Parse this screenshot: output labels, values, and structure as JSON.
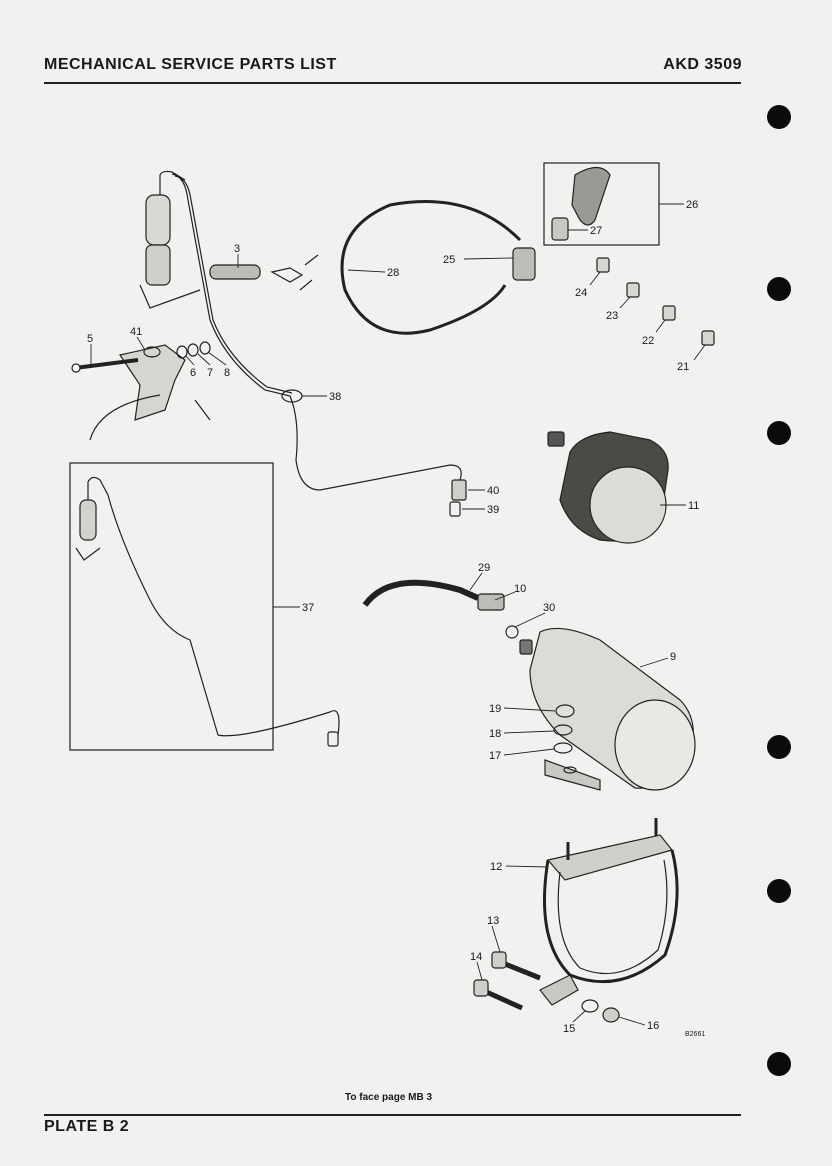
{
  "header": {
    "title": "MECHANICAL SERVICE PARTS LIST",
    "ref": "AKD 3509"
  },
  "footer": {
    "plate": "PLATE B 2",
    "note": "To face page MB 3"
  },
  "diagram": {
    "code": "B2661",
    "callouts": {
      "c3": "3",
      "c5": "5",
      "c41": "41",
      "c6": "6",
      "c7": "7",
      "c8": "8",
      "c38": "38",
      "c40": "40",
      "c39": "39",
      "c37": "37",
      "c28": "28",
      "c25": "25",
      "c26": "26",
      "c27": "27",
      "c24": "24",
      "c23": "23",
      "c22": "22",
      "c21": "21",
      "c11": "11",
      "c29": "29",
      "c10": "10",
      "c30": "30",
      "c9": "9",
      "c19": "19",
      "c18": "18",
      "c17": "17",
      "c12": "12",
      "c13": "13",
      "c14": "14",
      "c15": "15",
      "c16": "16"
    }
  }
}
